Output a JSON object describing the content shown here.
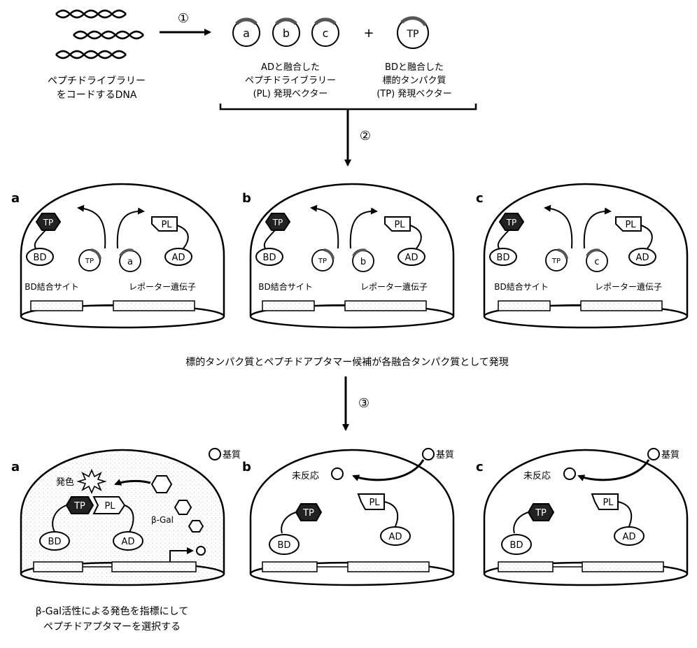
{
  "steps": {
    "s1": "①",
    "s2": "②",
    "s3": "③"
  },
  "top": {
    "dna_label_1": "ペプチドライブラリー",
    "dna_label_2": "をコードするDNA",
    "plasmids": [
      "a",
      "b",
      "c"
    ],
    "plus": "+",
    "tp_plasmid": "TP",
    "ad_label_1": "ADと融合した",
    "ad_label_2": "ペプチドライブラリー",
    "ad_label_3": "(PL) 発現ベクター",
    "bd_label_1": "BDと融合した",
    "bd_label_2": "標的タンパク質",
    "bd_label_3": "(TP) 発現ベクター"
  },
  "middle": {
    "panel_letters": [
      "a",
      "b",
      "c"
    ],
    "tp": "TP",
    "pl": "PL",
    "bd": "BD",
    "ad": "AD",
    "bd_site": "BD結合サイト",
    "reporter": "レポーター遺伝子",
    "caption": "標的タンパク質とペプチドアプタマー候補が各融合タンパク質として発現"
  },
  "bottom": {
    "panel_letters": [
      "a",
      "b",
      "c"
    ],
    "substrate": "基質",
    "color_dev": "発色",
    "no_reaction": "未反応",
    "bgal": "β-Gal",
    "caption_1": "β-Gal活性による発色を指標にして",
    "caption_2": "ペプチドアプタマーを選択する"
  }
}
